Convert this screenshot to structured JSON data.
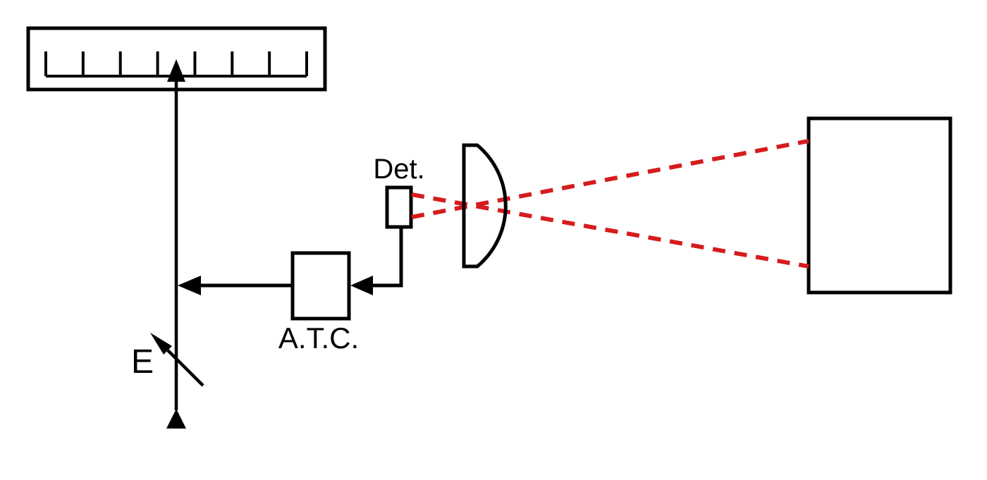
{
  "diagram": {
    "labels": {
      "detector": "Det.",
      "controller": "A.T.C.",
      "emf_source": "E"
    },
    "colors": {
      "line": "#000000",
      "ray": "#d51c1c",
      "background": "#ffffff"
    },
    "meter": {
      "tick_count": 8
    },
    "components": [
      "meter-with-scale-and-pointer",
      "adjustable-emf-source",
      "atc-controller-box",
      "detector",
      "plano-convex-lens",
      "target-source-box",
      "radiation-rays-dashed"
    ]
  }
}
